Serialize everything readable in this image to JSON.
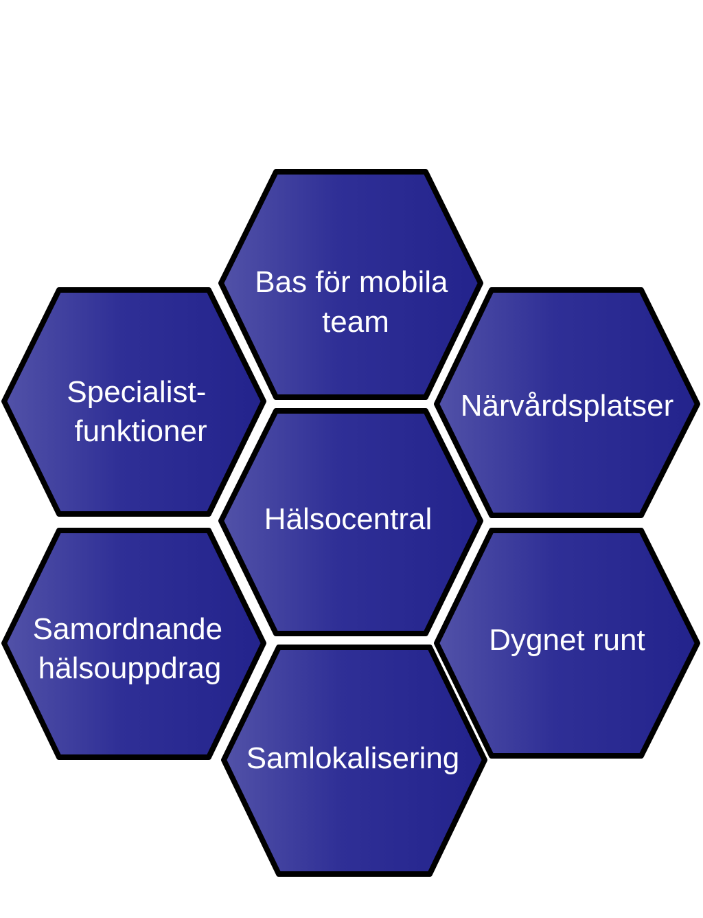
{
  "colors": {
    "hex_fill_light": "#5252a8",
    "hex_fill_dark": "#23238c",
    "hex_stroke": "#000000",
    "text": "#ffffff"
  },
  "hexagons": {
    "center": {
      "lines": [
        "Hälsocentral"
      ]
    },
    "top": {
      "lines": [
        "Bas för mobila",
        "team"
      ]
    },
    "upper_left": {
      "lines": [
        "Specialist-",
        "funktioner"
      ]
    },
    "upper_right": {
      "lines": [
        "Närvårdsplatser"
      ]
    },
    "lower_left": {
      "lines": [
        "Samordnande",
        "hälsouppdrag"
      ]
    },
    "lower_right": {
      "lines": [
        "Dygnet runt"
      ]
    },
    "bottom": {
      "lines": [
        "Samlokalisering"
      ]
    }
  }
}
